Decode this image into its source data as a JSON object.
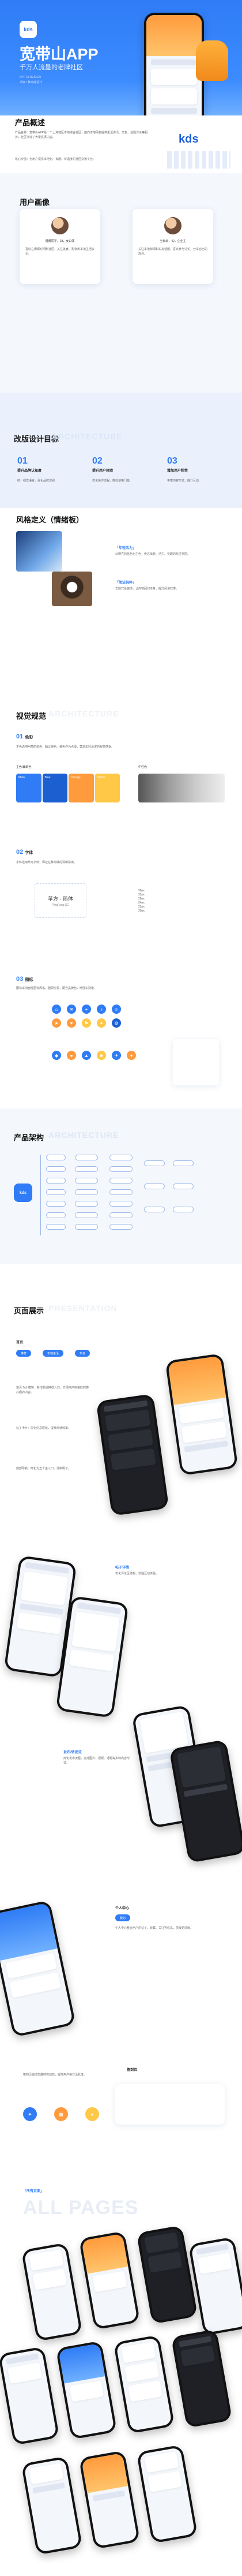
{
  "hero": {
    "logo_text": "kds",
    "title": "宽带山APP",
    "subtitle": "千万人流量的老牌社区",
    "meta_lines": [
      "APP UI DESIGN",
      "项目 / 移动端设计"
    ]
  },
  "overview": {
    "title": "产品概述",
    "logo_text": "kds",
    "paragraph1": "产品名称：宽带山APP是一个上海地区本地综合社区，面向本地网友提供生活资讯、交友、话题讨论等服务，社区沉淀了大量优质内容。",
    "paragraph2": "核心价值：为用户提供本地化、有趣、有温度的社区交流平台。"
  },
  "persona": {
    "title": "用户画像",
    "users": [
      {
        "name": "蕾蕾同学，28，女白领",
        "desc": "喜欢在闲暇时间刷社区，关注美食、购物和本地生活资讯。"
      },
      {
        "name": "王叔叔，42，企业主",
        "desc": "关注本地新闻和车友话题，喜欢参与讨论，分享自己的观点。"
      }
    ]
  },
  "goals": {
    "title": "改版设计目标",
    "en": "ARCHITECTURE",
    "items": [
      {
        "num": "01",
        "label": "提升品牌认知度",
        "desc": "统一视觉语言，强化品牌识别"
      },
      {
        "num": "02",
        "label": "提升用户体验",
        "desc": "优化操作流程，降低使用门槛"
      },
      {
        "num": "03",
        "label": "增加用户粘性",
        "desc": "丰富内容形式，提升互动"
      }
    ]
  },
  "style": {
    "title": "风格定义（情绪板）",
    "keywords": [
      {
        "tag": "「年轻活力」",
        "desc": "以明亮的蓝色为主色，传达年轻、活力、有趣的社区氛围。"
      },
      {
        "tag": "「简洁纯粹」",
        "desc": "去除冗余装饰，让内容回归本身，提升阅读效率。"
      }
    ]
  },
  "visual": {
    "title": "视觉规范",
    "en": "ARCHITECTURE",
    "color": {
      "num": "01",
      "label": "色彩"
    },
    "color_desc": "主色选用明亮的蓝色，辅以橙色、黄色作为点缀，营造年轻活泼的视觉感受。",
    "main_colors_label": "主色/辅助色",
    "aux_colors_label": "中性色",
    "swatches": [
      {
        "name": "Main",
        "hex": "#2F7CF6"
      },
      {
        "name": "Blue",
        "hex": "#1C5FD1"
      },
      {
        "name": "Orange",
        "hex": "#FF9B3D"
      },
      {
        "name": "Yellow",
        "hex": "#FFC846"
      }
    ],
    "grey_hex": [
      "#333333",
      "#666666",
      "#999999",
      "#CCCCCC"
    ],
    "font": {
      "num": "02",
      "label": "字体"
    },
    "font_desc": "字体选用苹方字体，保证在移动端的清晰易读。",
    "font_sample": "苹方 - 简体",
    "font_sample_en": "PingFang SC",
    "font_sizes": [
      "36px",
      "32px",
      "28px",
      "24px",
      "22px",
      "20px"
    ],
    "icon": {
      "num": "03",
      "label": "图标"
    },
    "icon_desc": "图标采用面性图标风格，圆润可爱，配合品牌色，增强识别度。"
  },
  "architecture": {
    "title": "产品架构",
    "en": "ARCHITECTURE",
    "root": "kds"
  },
  "pages": {
    "title": "页面展示",
    "en": "PRESENTATION",
    "home_label": "首页",
    "home_tabs": [
      "推荐",
      "本地生活",
      "车友"
    ],
    "home_desc1": "首页 Tab 模块：新增频道推荐入口，方便用户快速找到感兴趣的内容。",
    "home_desc2": "帖子卡片：优化信息层级，提升阅读效率。",
    "home_desc3": "底部导航：简化为五个主入口，清晰明了。",
    "detail_label": "帖子详情",
    "detail_desc": "优化评论区结构，增强互动体验。",
    "post_label": "发布/转发流",
    "post_desc": "简化发布流程，支持图片、视频、话题等多种内容形式。",
    "profile_label": "个人中心",
    "profile_tag": "我的",
    "profile_desc": "个人中心整合用户的帖子、收藏、关注等信息，层级更清晰。",
    "signin_label": "签到页",
    "signin_desc": "签到页面增加趣味性动效，提升用户每日活跃度。",
    "all_tag": "「所有页面」",
    "all_big": "ALL PAGES"
  },
  "colors": {
    "accent": "#2F7CF6",
    "orange": "#FF9B3D"
  }
}
